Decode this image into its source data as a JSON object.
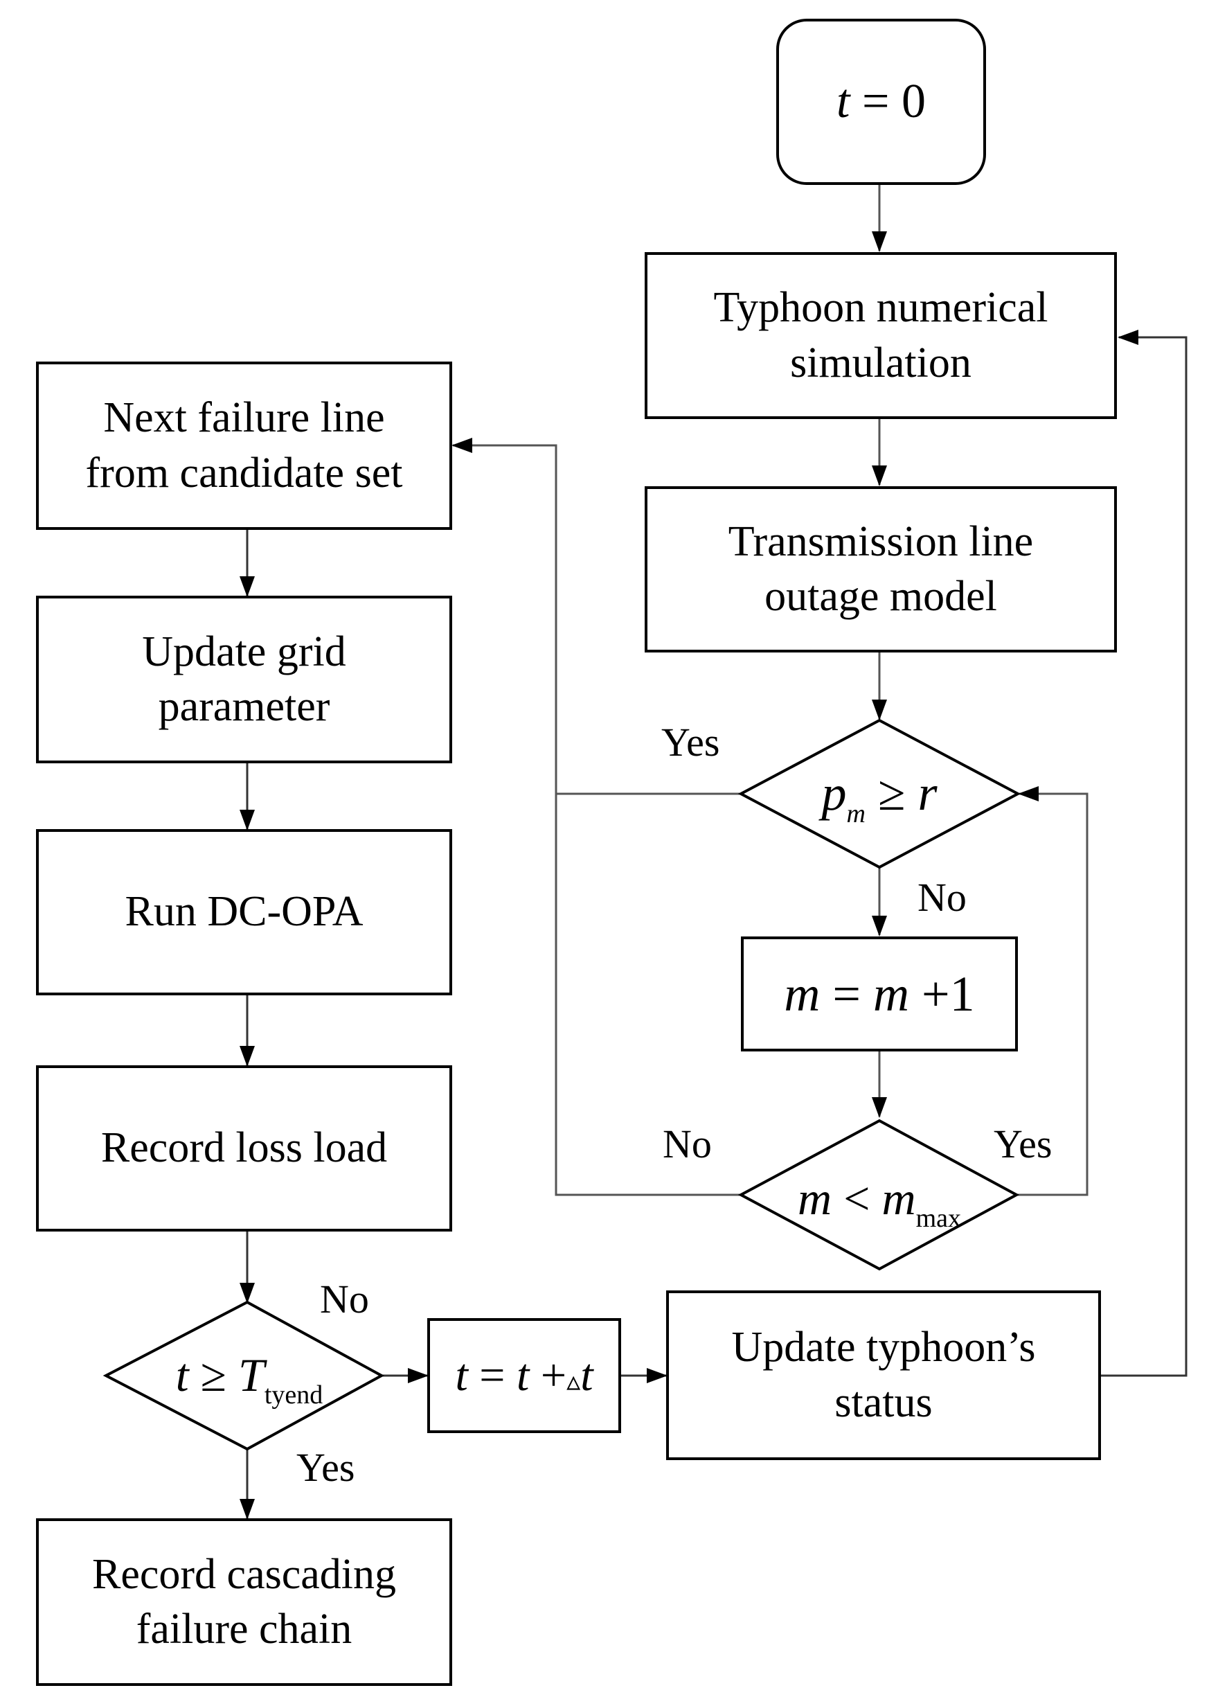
{
  "flowchart": {
    "start": {
      "var": "t",
      "op": "=",
      "val": "0"
    },
    "typhoon_sim": "Typhoon numerical\nsimulation",
    "outage_model": "Transmission line\noutage model",
    "decision_p": {
      "var": "p",
      "sub": "m",
      "op": "≥",
      "rhs": "r"
    },
    "increment_m": {
      "lhs": "m",
      "op": "=",
      "rhs": "m",
      "plus": "+",
      "one": "1"
    },
    "decision_m": {
      "lhs": "m",
      "op": "<",
      "rhs": "m",
      "sub": "max"
    },
    "next_failure": "Next failure line\nfrom candidate set",
    "update_grid": "Update grid\nparameter",
    "run_dcopa": "Run DC-OPA",
    "record_loss": "Record loss load",
    "decision_t": {
      "lhs": "t",
      "op": "≥",
      "rhs": "T",
      "sub": "tyend"
    },
    "increment_t": {
      "lhs": "t",
      "op": "=",
      "rhs": "t",
      "plus": "+",
      "delta": "▵",
      "var": "t"
    },
    "update_typhoon": "Update typhoon’s\nstatus",
    "record_chain": "Record cascading\nfailure chain"
  },
  "labels": {
    "p_yes": "Yes",
    "p_no": "No",
    "m_no": "No",
    "m_yes": "Yes",
    "t_no": "No",
    "t_yes": "Yes"
  }
}
